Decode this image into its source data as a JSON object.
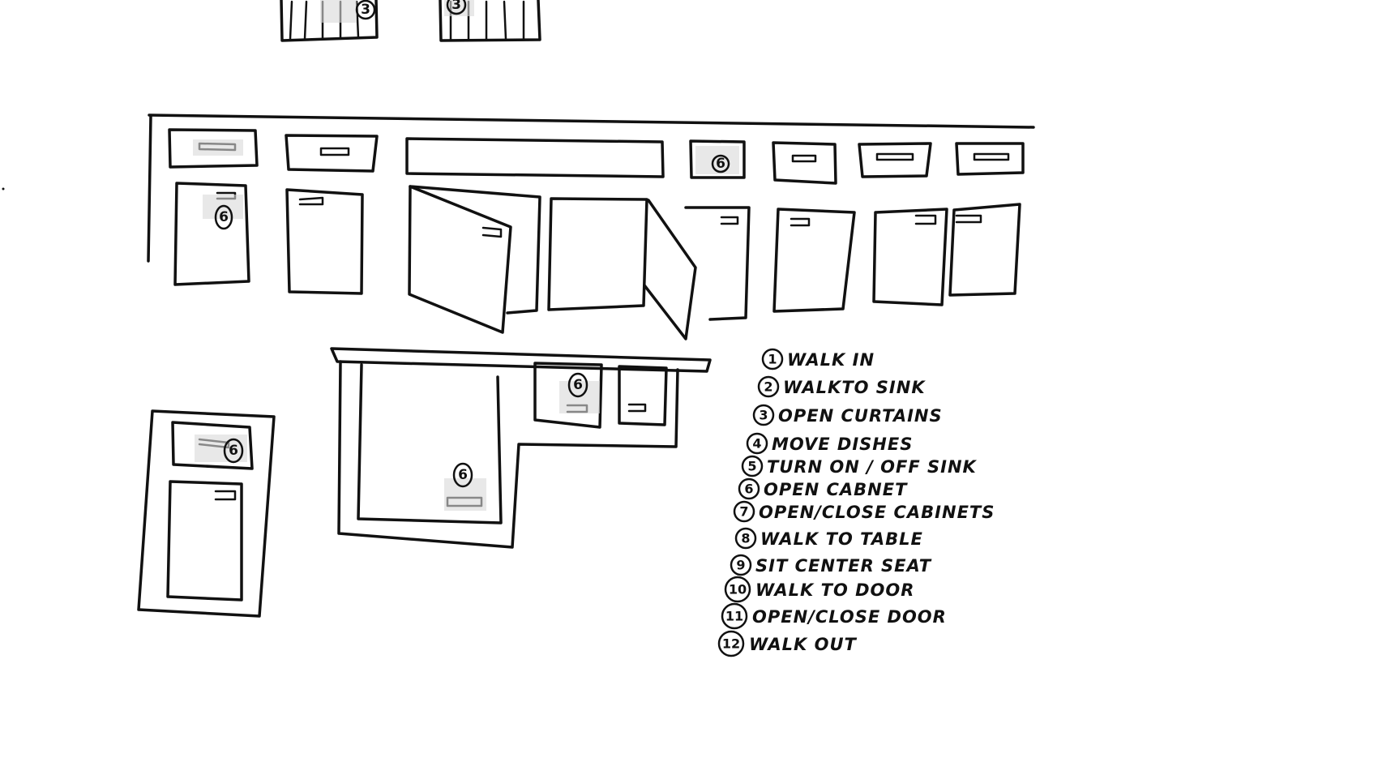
{
  "markers": {
    "curtain_left": "3",
    "curtain_right": "3",
    "upper_drawer_5": "6",
    "upper_door_1": "6",
    "island_small_cabinet": "6",
    "island_large_door": "6",
    "tall_cabinet_drawer": "6"
  },
  "legend": {
    "items": [
      {
        "num": "1",
        "text": "WALK IN"
      },
      {
        "num": "2",
        "text": "WALKTO SINK"
      },
      {
        "num": "3",
        "text": "OPEN CURTAINS"
      },
      {
        "num": "4",
        "text": "MOVE DISHES"
      },
      {
        "num": "5",
        "text": "TURN ON / OFF SINK"
      },
      {
        "num": "6",
        "text": "OPEN CABNET"
      },
      {
        "num": "7",
        "text": "OPEN/CLOSE CABINETS"
      },
      {
        "num": "8",
        "text": "WALK TO TABLE"
      },
      {
        "num": "9",
        "text": "SIT CENTER SEAT"
      },
      {
        "num": "10",
        "text": "WALK TO DOOR"
      },
      {
        "num": "11",
        "text": "OPEN/CLOSE DOOR"
      },
      {
        "num": "12",
        "text": "WALK OUT"
      }
    ]
  }
}
